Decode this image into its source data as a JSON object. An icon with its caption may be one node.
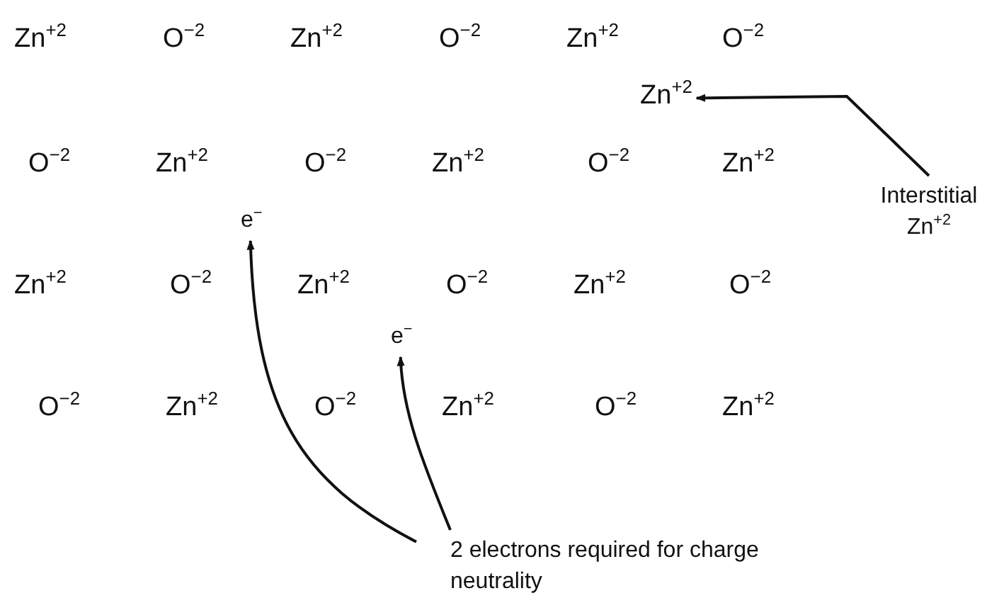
{
  "diagram": {
    "nodes": [
      {
        "text": [
          "Zn$^{+2}$"
        ]
      },
      {
        "text": [
          "Interstitial Zn$^{+2}$"
        ]
      },
      {
        "text": [
          "e$^{−}$"
        ]
      },
      {
        "text": [
          "e$^{−}$"
        ]
      },
      {
        "text": [
          "2 electrons required for charge neutrality"
        ]
      }
    ],
    "edges": [
      {
        "from": 1,
        "to": 0,
        "arrow": "to"
      },
      {
        "from": 4,
        "to": 2,
        "arrow": "to"
      },
      {
        "from": 4,
        "to": 3,
        "arrow": "to"
      }
    ],
    "labels": [
      "Zn$^{+2}$",
      "O$^{−2}$",
      "Zn$^{+2}$",
      "O$^{−2}$",
      "Zn$^{+2}$",
      "O$^{−2}$",
      "O$^{−2}$",
      "Zn$^{+2}$",
      "O$^{−2}$",
      "Zn$^{+2}$",
      "O$^{−2}$",
      "Zn$^{+2}$",
      "Zn$^{+2}$",
      "O$^{−2}$",
      "Zn$^{+2}$",
      "O$^{−2}$",
      "Zn$^{+2}$",
      "O$^{−2}$",
      "O$^{−2}$",
      "Zn$^{+2}$",
      "O$^{−2}$",
      "Zn$^{+2}$",
      "O$^{−2}$",
      "Zn$^{+2}$"
    ]
  }
}
